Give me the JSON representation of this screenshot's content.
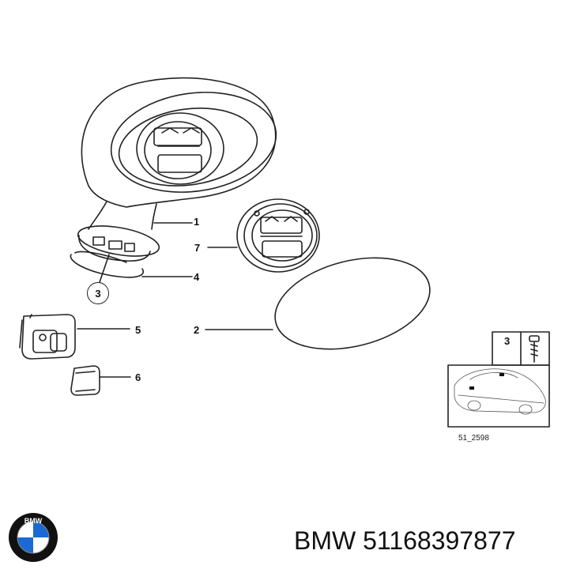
{
  "callouts": {
    "c1": "1",
    "c2": "2",
    "c3": "3",
    "c4": "4",
    "c5": "5",
    "c6": "6",
    "c7": "7"
  },
  "inset": {
    "part_number": "3",
    "reference_code": "51_2598"
  },
  "footer": {
    "brand": "BMW",
    "part_number": "51168397877",
    "logo_letters": "BMW"
  },
  "colors": {
    "line": "#222222",
    "bmw_blue": "#1c69d4",
    "bmw_ring": "#111111"
  }
}
